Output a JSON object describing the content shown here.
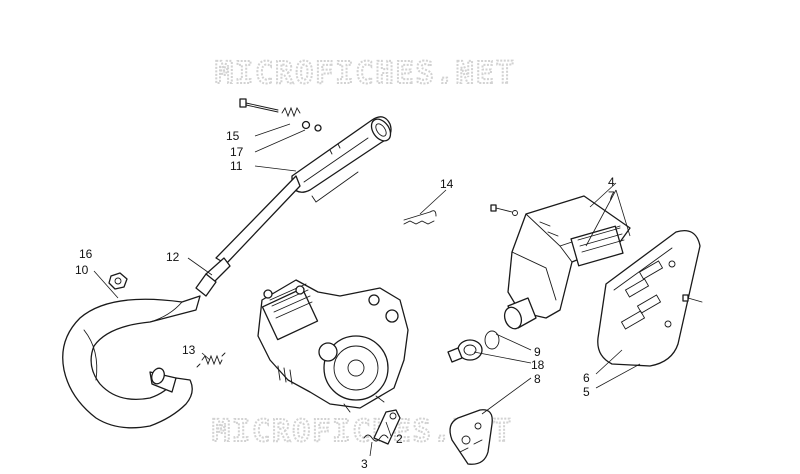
{
  "watermark_top": "MICROFICHES.NET",
  "watermark_bottom": "MICROFICHES.NET",
  "part_numbers": {
    "p2": "2",
    "p3": "3",
    "p4": "4",
    "p5": "5",
    "p6": "6",
    "p7": "7",
    "p8": "8",
    "p9": "9",
    "p10": "10",
    "p11": "11",
    "p12": "12",
    "p13": "13",
    "p14": "14",
    "p15": "15",
    "p16": "16",
    "p17": "17",
    "p18": "18"
  },
  "colors": {
    "line": "#1a1a1a",
    "watermark": "#d2d2d2",
    "background": "#ffffff"
  }
}
